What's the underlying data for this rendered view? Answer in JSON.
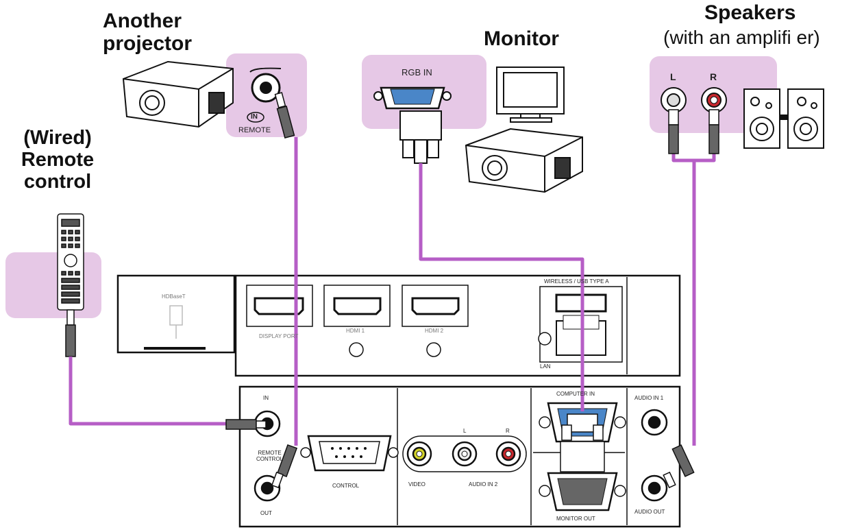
{
  "devices": {
    "another_projector": "Another\nprojector",
    "monitor": "Monitor",
    "speakers_title": "Speakers",
    "speakers_note": "(with an amplifi er)",
    "remote_control": "(Wired)\nRemote\ncontrol"
  },
  "connectors": {
    "rgb_in": "RGB IN",
    "remote_in": "IN",
    "remote_label": "REMOTE",
    "speaker_l": "L",
    "speaker_r": "R"
  },
  "panel": {
    "hdbaset": "HDBaseT",
    "display_port": "DISPLAY PORT",
    "hdmi1": "HDMI 1",
    "hdmi2": "HDMI 2",
    "wireless_usb": "WIRELESS / USB TYPE A",
    "lan": "LAN",
    "in": "IN",
    "remote_control": "REMOTE\nCONTROL",
    "out": "OUT",
    "control": "CONTROL",
    "l": "L",
    "r": "R",
    "video": "VIDEO",
    "audio_in2": "AUDIO IN 2",
    "computer_in": "COMPUTER IN",
    "audio_in1": "AUDIO IN 1",
    "monitor_out": "MONITOR OUT",
    "audio_out": "AUDIO OUT"
  },
  "colors": {
    "highlight": "#e6c8e6",
    "cable": "#b65ec6",
    "vga_blue": "#4a86c8",
    "rca_yellow": "#d4d42a",
    "rca_red": "#c8282e"
  }
}
